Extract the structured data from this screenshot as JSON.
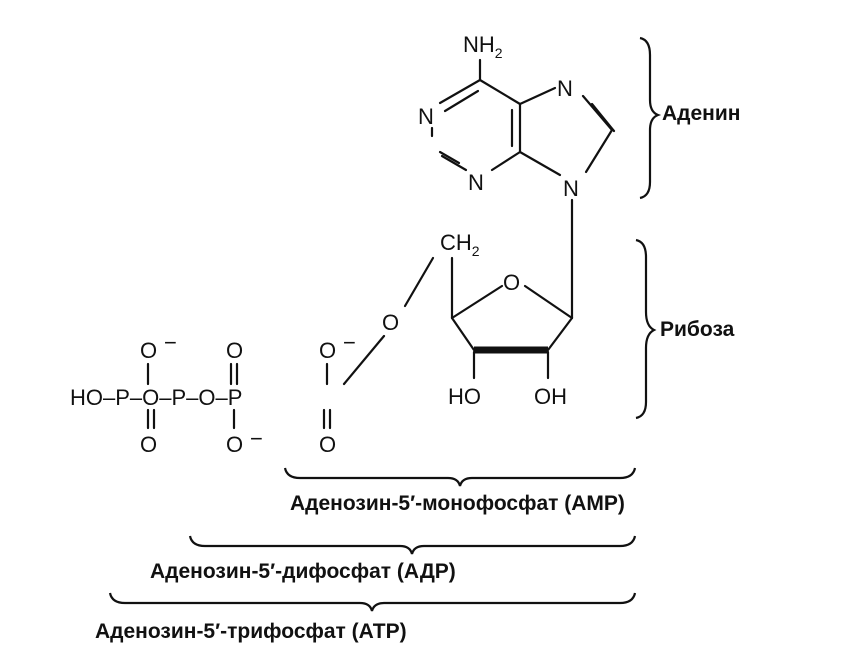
{
  "atoms": {
    "nh2_main": "NH",
    "nh2_sub": "2",
    "n1": "N",
    "n7": "N",
    "n3": "N",
    "n9": "N",
    "ch2_main": "CH",
    "ch2_sub": "2",
    "o_ring": "O",
    "o_link": "O",
    "ho_ribose": "HO",
    "oh_ribose": "OH",
    "phosphate_chain": "HO–P–O–P–O–P",
    "pa_top_o": "O",
    "pa_top_charge": "−",
    "pa_bottom_o": "O",
    "pb_top_o": "O",
    "pb_bottom_o": "O",
    "pb_bottom_charge": "−",
    "pc_top_o": "O",
    "pc_top_charge": "−",
    "pc_bottom_o": "O"
  },
  "labels": {
    "adenine": "Аденин",
    "ribose": "Рибоза",
    "amp": "Аденозин-5′-монофосфат (AMP)",
    "adp": "Аденозин-5′-дифосфат (АДР)",
    "atp": "Аденозин-5′-трифосфат (АТР)"
  }
}
